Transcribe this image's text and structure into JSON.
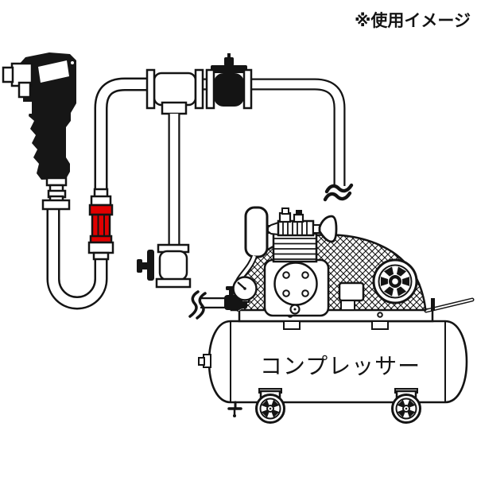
{
  "labels": {
    "usage_note": "※使用イメージ",
    "tank_label": "コンプレッサー"
  },
  "colors": {
    "highlight": "#e00000",
    "ink": "#141414",
    "background": "#ffffff"
  },
  "components": [
    "air-impact-wrench",
    "air-hose-u-loop",
    "highlighted-inline-part",
    "pipe-tee-fitting",
    "main-line-valve",
    "branch-line-valve",
    "pipe-break-mark-right",
    "pipe-break-mark-outlet",
    "air-compressor-pump",
    "belt-guard-mesh",
    "motor-fan-cover",
    "pressure-gauge",
    "air-tank",
    "tank-wheels",
    "drain-valve"
  ]
}
